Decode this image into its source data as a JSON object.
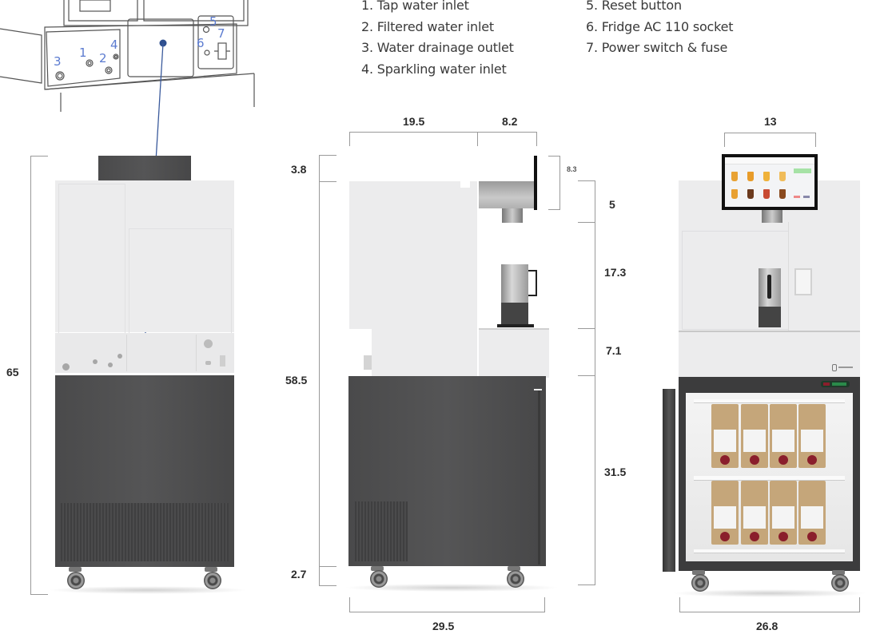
{
  "legend": {
    "items": [
      {
        "number": "1.",
        "label": "Tap water inlet"
      },
      {
        "number": "2.",
        "label": "Filtered water inlet"
      },
      {
        "number": "3.",
        "label": "Water drainage outlet"
      },
      {
        "number": "4.",
        "label": "Sparkling water inlet"
      },
      {
        "number": "5.",
        "label": "Reset button"
      },
      {
        "number": "6.",
        "label": "Fridge AC 110 socket"
      },
      {
        "number": "7.",
        "label": "Power switch & fuse"
      }
    ]
  },
  "callout": {
    "numbers": [
      "1",
      "2",
      "3",
      "4",
      "5",
      "6",
      "7"
    ],
    "line_color": "#3a5a9c",
    "label_color": "#5b7bd0"
  },
  "rear_view": {
    "height_total": "65"
  },
  "side_view": {
    "width_body": "19.5",
    "width_overhang": "8.2",
    "top_gap": "3.8",
    "screen_height": "8.3",
    "nozzle_height": "5",
    "dispense_area": "17.3",
    "counter_height": "7.1",
    "fridge_height": "31.5",
    "total_height": "58.5",
    "wheel_height": "2.7",
    "depth_total": "29.5"
  },
  "front_view": {
    "screen_width": "13",
    "total_width": "26.8",
    "fridge_shelves": 2,
    "boxes_per_shelf": 4
  },
  "colors": {
    "body_light": "#ececed",
    "body_dark": "#4d4d4e",
    "accent_blue": "#3a5a9c",
    "box_kraft": "#c5a67a",
    "tap_red": "#8a1e2c"
  }
}
